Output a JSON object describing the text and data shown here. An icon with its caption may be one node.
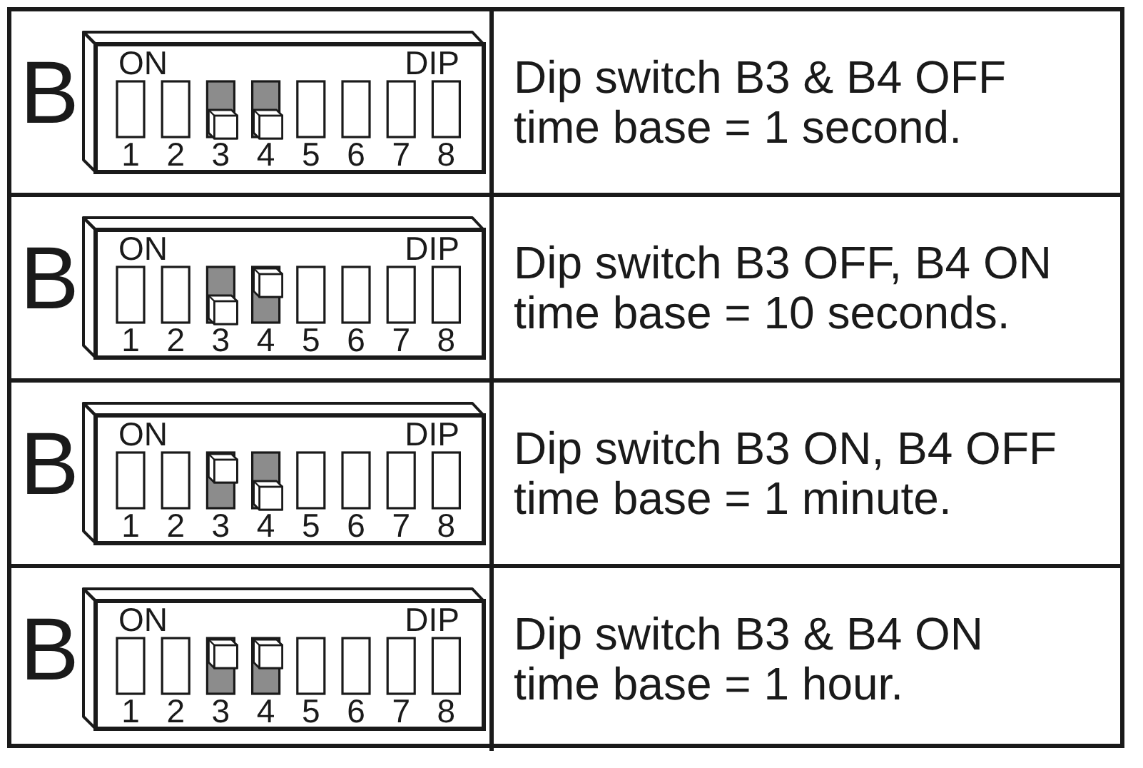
{
  "diagram": {
    "nodes": [
      {
        "text": [
          "ON",
          "DIP",
          "1",
          "2",
          "3",
          "4",
          "5",
          "6",
          "7",
          "8"
        ],
        "beside": [
          "B"
        ]
      },
      {
        "text": [
          "ON",
          "DIP",
          "1",
          "2",
          "3",
          "4",
          "5",
          "6",
          "7",
          "8"
        ],
        "beside": [
          "B"
        ]
      },
      {
        "text": [
          "ON",
          "DIP",
          "1",
          "2",
          "3",
          "4",
          "5",
          "6",
          "7",
          "8"
        ],
        "beside": [
          "B"
        ]
      },
      {
        "text": [
          "ON",
          "DIP",
          "1",
          "2",
          "3",
          "4",
          "5",
          "6",
          "7",
          "8"
        ],
        "beside": [
          "B"
        ]
      }
    ],
    "labels": [
      "Dip switch B3 & B4 OFF",
      "time base = 1 second.",
      "Dip switch B3 OFF, B4 ON",
      "time base = 10 seconds.",
      "Dip switch B3 ON, B4 OFF",
      "time base = 1 minute.",
      "Dip switch B3 & B4 ON",
      "time base = 1 hour."
    ]
  }
}
